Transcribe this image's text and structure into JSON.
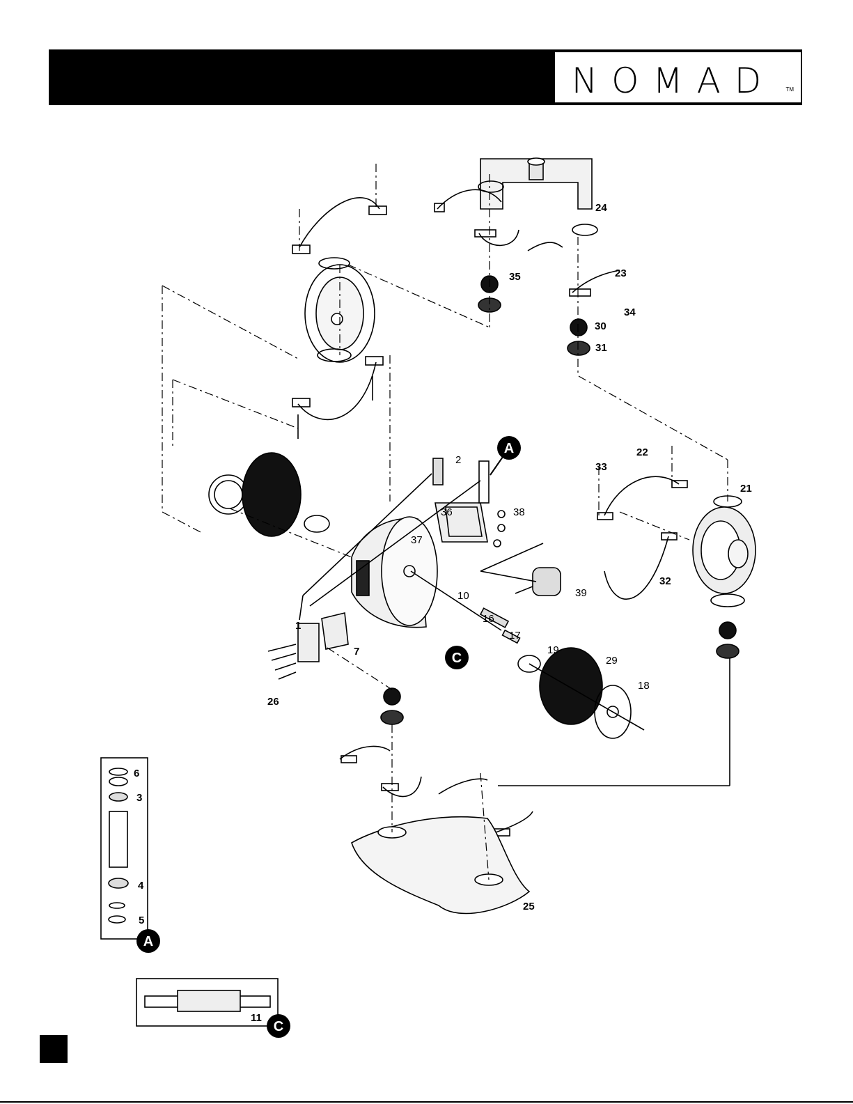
{
  "header": {
    "logo_text": "NOMAD",
    "logo_tm": "TM"
  },
  "parts": {
    "p1": "1",
    "p2": "2",
    "p3": "3",
    "p4": "4",
    "p5": "5",
    "p6": "6",
    "p7": "7",
    "p10": "10",
    "p11": "11",
    "p16": "16",
    "p17": "17",
    "p18": "18",
    "p19": "19",
    "p21": "21",
    "p22": "22",
    "p23": "23",
    "p24": "24",
    "p25": "25",
    "p26": "26",
    "p29": "29",
    "p30": "30",
    "p31": "31",
    "p32": "32",
    "p33": "33",
    "p34": "34",
    "p35": "35",
    "p36": "36",
    "p37": "37",
    "p38": "38",
    "p39": "39"
  },
  "callouts": {
    "a": "A",
    "c": "C"
  }
}
